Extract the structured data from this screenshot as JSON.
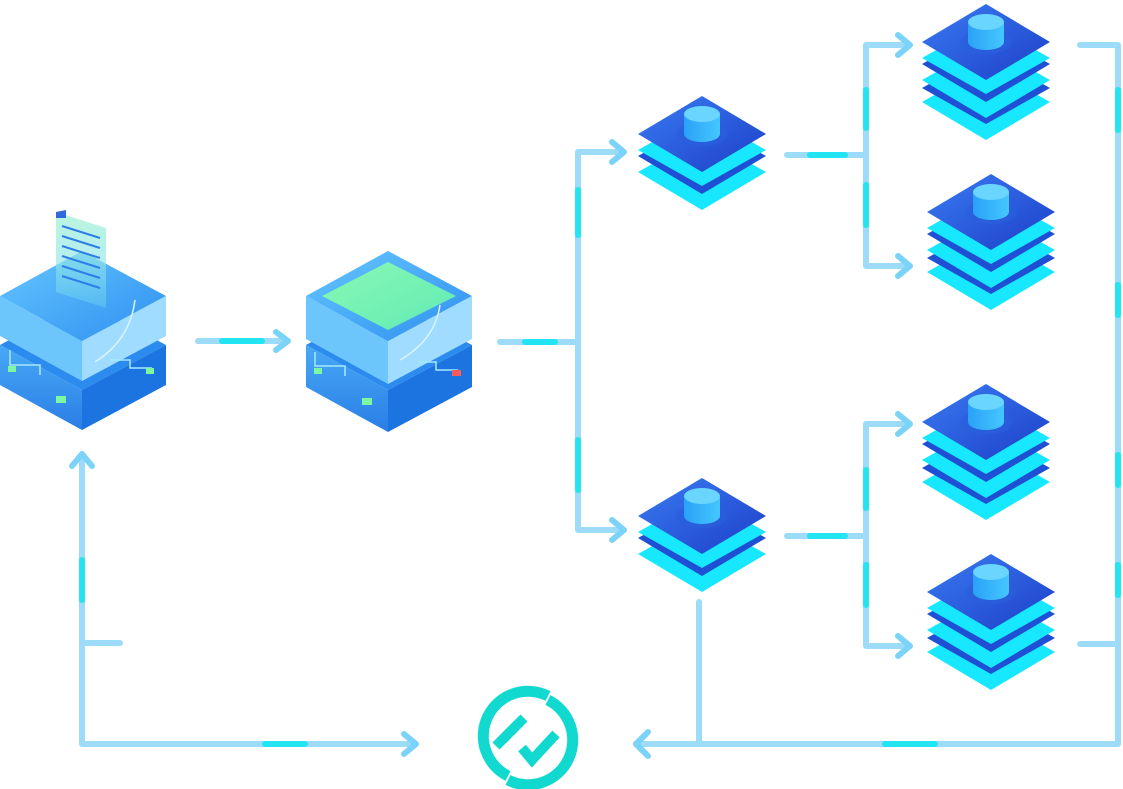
{
  "diagram": {
    "nodes": [
      {
        "id": "source-server",
        "kind": "document-server",
        "icon": "document-server-icon"
      },
      {
        "id": "processing-server",
        "kind": "processing-server",
        "icon": "server-icon"
      },
      {
        "id": "db-node-top",
        "kind": "storage-node-2-layer",
        "icon": "database-stack-icon"
      },
      {
        "id": "db-node-bottom",
        "kind": "storage-node-2-layer",
        "icon": "database-stack-icon"
      },
      {
        "id": "db-replica-1",
        "kind": "storage-node-3-layer",
        "icon": "database-stack-icon"
      },
      {
        "id": "db-replica-2",
        "kind": "storage-node-3-layer",
        "icon": "database-stack-icon"
      },
      {
        "id": "db-replica-3",
        "kind": "storage-node-3-layer",
        "icon": "database-stack-icon"
      },
      {
        "id": "db-replica-4",
        "kind": "storage-node-3-layer",
        "icon": "database-stack-icon"
      },
      {
        "id": "sync-hub",
        "kind": "sync",
        "icon": "sync-check-icon"
      }
    ],
    "edges": [
      {
        "from": "source-server",
        "to": "processing-server"
      },
      {
        "from": "processing-server",
        "to": "db-node-top"
      },
      {
        "from": "processing-server",
        "to": "db-node-bottom"
      },
      {
        "from": "db-node-top",
        "to": "db-replica-1"
      },
      {
        "from": "db-node-top",
        "to": "db-replica-2"
      },
      {
        "from": "db-node-bottom",
        "to": "db-replica-3"
      },
      {
        "from": "db-node-bottom",
        "to": "db-replica-4"
      },
      {
        "from": "db-node-bottom",
        "to": "sync-hub"
      },
      {
        "from": "db-replica-4",
        "to": "sync-hub"
      },
      {
        "from": "sync-hub",
        "to": "source-server"
      }
    ]
  },
  "colors": {
    "line": "#9ddcf8",
    "line_accent": "#22e4f2",
    "cyan": "#18e8ff",
    "blue_dark": "#1e56d8",
    "blue_mid": "#2f86ee",
    "green_screen": "#73f5a4",
    "sync": "#12d9cf"
  }
}
